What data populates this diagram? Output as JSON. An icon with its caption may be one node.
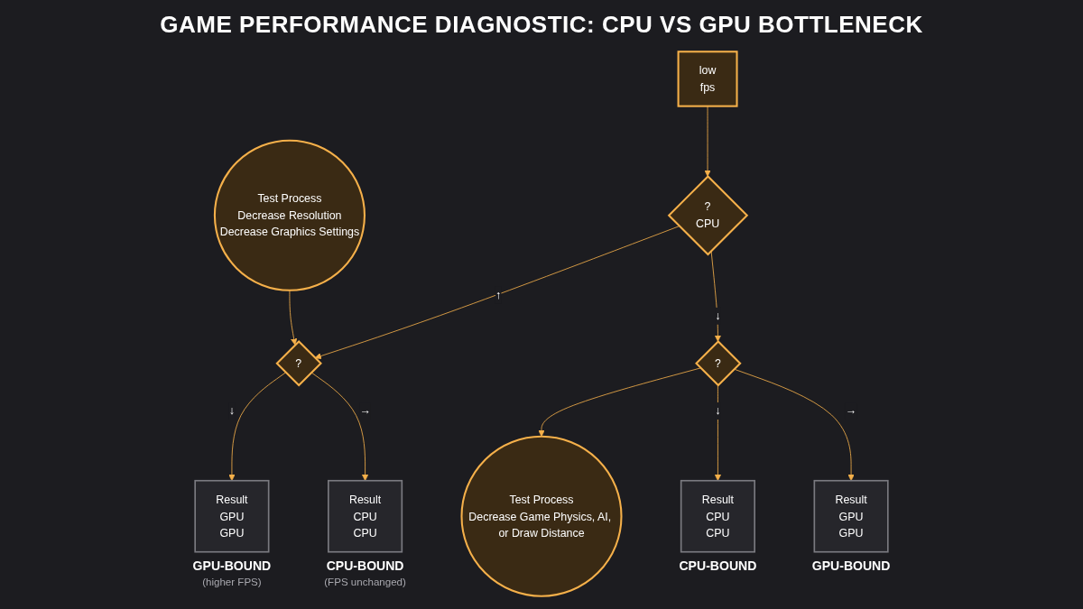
{
  "diagram": {
    "title": "GAME PERFORMANCE DIAGNOSTIC: CPU VS GPU BOTTLENECK",
    "nodes": [
      {
        "text": [
          "low",
          "fps"
        ]
      },
      {
        "text": [
          "?",
          "CPU"
        ]
      },
      {
        "text": [
          "Test Process",
          "Decrease Resolution",
          "Decrease Graphics Settings"
        ]
      },
      {
        "text": [
          "?"
        ]
      },
      {
        "text": [
          "?"
        ]
      },
      {
        "text": [
          "Test Process",
          "Decrease Game Physics, AI, or Draw Distance"
        ]
      },
      {
        "text": [
          "Result",
          "GPU",
          "GPU"
        ],
        "beside": [
          "GPU-BOUND",
          "(higher FPS)"
        ]
      },
      {
        "text": [
          "Result",
          "CPU",
          "CPU"
        ],
        "beside": [
          "CPU-BOUND",
          "(FPS unchanged)"
        ]
      },
      {
        "text": [
          "Result",
          "CPU",
          "CPU"
        ],
        "beside": [
          "CPU-BOUND"
        ]
      },
      {
        "text": [
          "Result",
          "GPU",
          "GPU"
        ],
        "beside": [
          "GPU-BOUND"
        ]
      }
    ],
    "edges": [
      {
        "from": 0,
        "to": 1,
        "arrow": "to"
      },
      {
        "from": 2,
        "to": 3,
        "arrow": "to"
      },
      {
        "from": 1,
        "to": 3,
        "arrow": "to",
        "label": "↑"
      },
      {
        "from": 1,
        "to": 4,
        "arrow": "to",
        "label": "↓"
      },
      {
        "from": 4,
        "to": 5,
        "arrow": "to"
      },
      {
        "from": 3,
        "to": 6,
        "arrow": "to",
        "label": "↓"
      },
      {
        "from": 3,
        "to": 7,
        "arrow": "to",
        "label": "→"
      },
      {
        "from": 4,
        "to": 8,
        "arrow": "to",
        "label": "↓"
      },
      {
        "from": 4,
        "to": 9,
        "arrow": "to",
        "label": "→"
      }
    ]
  }
}
